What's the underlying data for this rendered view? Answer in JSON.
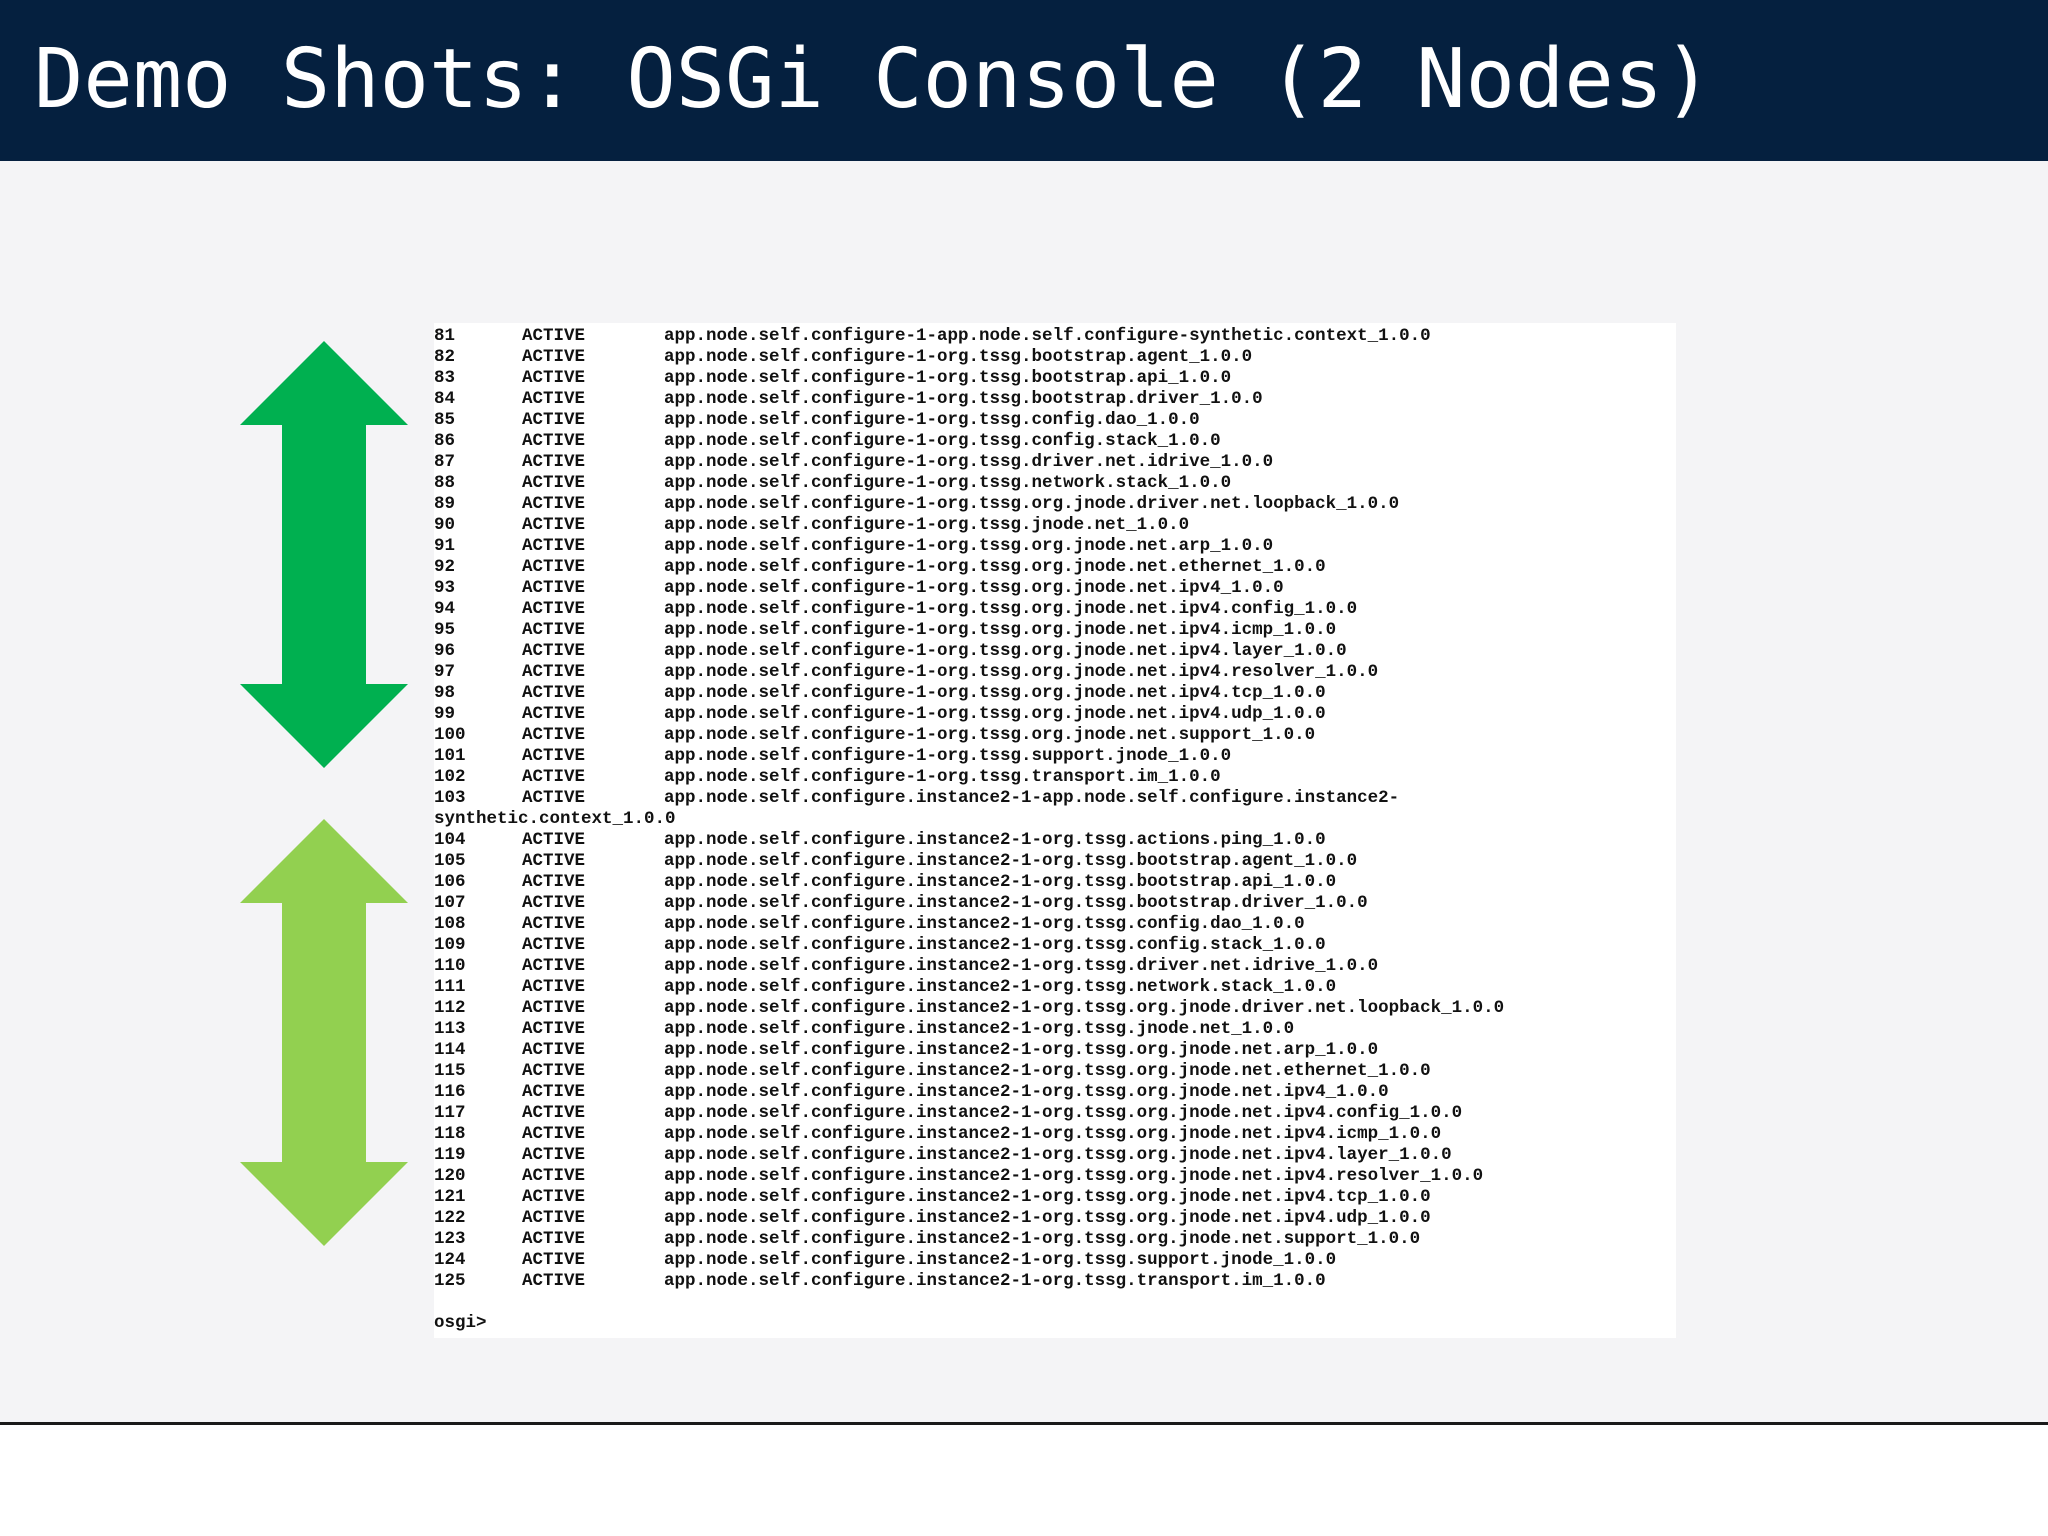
{
  "slide": {
    "title": "Demo Shots: OSGi Console (2 Nodes)"
  },
  "arrows": {
    "top_color": "#00b050",
    "bottom_color": "#92d050"
  },
  "console": {
    "prompt": "osgi>",
    "rows_node1": [
      {
        "id": "81",
        "state": "ACTIVE",
        "name": "app.node.self.configure-1-app.node.self.configure-synthetic.context_1.0.0"
      },
      {
        "id": "82",
        "state": "ACTIVE",
        "name": "app.node.self.configure-1-org.tssg.bootstrap.agent_1.0.0"
      },
      {
        "id": "83",
        "state": "ACTIVE",
        "name": "app.node.self.configure-1-org.tssg.bootstrap.api_1.0.0"
      },
      {
        "id": "84",
        "state": "ACTIVE",
        "name": "app.node.self.configure-1-org.tssg.bootstrap.driver_1.0.0"
      },
      {
        "id": "85",
        "state": "ACTIVE",
        "name": "app.node.self.configure-1-org.tssg.config.dao_1.0.0"
      },
      {
        "id": "86",
        "state": "ACTIVE",
        "name": "app.node.self.configure-1-org.tssg.config.stack_1.0.0"
      },
      {
        "id": "87",
        "state": "ACTIVE",
        "name": "app.node.self.configure-1-org.tssg.driver.net.idrive_1.0.0"
      },
      {
        "id": "88",
        "state": "ACTIVE",
        "name": "app.node.self.configure-1-org.tssg.network.stack_1.0.0"
      },
      {
        "id": "89",
        "state": "ACTIVE",
        "name": "app.node.self.configure-1-org.tssg.org.jnode.driver.net.loopback_1.0.0"
      },
      {
        "id": "90",
        "state": "ACTIVE",
        "name": "app.node.self.configure-1-org.tssg.jnode.net_1.0.0"
      },
      {
        "id": "91",
        "state": "ACTIVE",
        "name": "app.node.self.configure-1-org.tssg.org.jnode.net.arp_1.0.0"
      },
      {
        "id": "92",
        "state": "ACTIVE",
        "name": "app.node.self.configure-1-org.tssg.org.jnode.net.ethernet_1.0.0"
      },
      {
        "id": "93",
        "state": "ACTIVE",
        "name": "app.node.self.configure-1-org.tssg.org.jnode.net.ipv4_1.0.0"
      },
      {
        "id": "94",
        "state": "ACTIVE",
        "name": "app.node.self.configure-1-org.tssg.org.jnode.net.ipv4.config_1.0.0"
      },
      {
        "id": "95",
        "state": "ACTIVE",
        "name": "app.node.self.configure-1-org.tssg.org.jnode.net.ipv4.icmp_1.0.0"
      },
      {
        "id": "96",
        "state": "ACTIVE",
        "name": "app.node.self.configure-1-org.tssg.org.jnode.net.ipv4.layer_1.0.0"
      },
      {
        "id": "97",
        "state": "ACTIVE",
        "name": "app.node.self.configure-1-org.tssg.org.jnode.net.ipv4.resolver_1.0.0"
      },
      {
        "id": "98",
        "state": "ACTIVE",
        "name": "app.node.self.configure-1-org.tssg.org.jnode.net.ipv4.tcp_1.0.0"
      },
      {
        "id": "99",
        "state": "ACTIVE",
        "name": "app.node.self.configure-1-org.tssg.org.jnode.net.ipv4.udp_1.0.0"
      },
      {
        "id": "100",
        "state": "ACTIVE",
        "name": "app.node.self.configure-1-org.tssg.org.jnode.net.support_1.0.0"
      },
      {
        "id": "101",
        "state": "ACTIVE",
        "name": "app.node.self.configure-1-org.tssg.support.jnode_1.0.0"
      },
      {
        "id": "102",
        "state": "ACTIVE",
        "name": "app.node.self.configure-1-org.tssg.transport.im_1.0.0"
      },
      {
        "id": "103",
        "state": "ACTIVE",
        "name": "app.node.self.configure.instance2-1-app.node.self.configure.instance2-"
      }
    ],
    "wrapped_line": "synthetic.context_1.0.0",
    "rows_node2": [
      {
        "id": "104",
        "state": "ACTIVE",
        "name": "app.node.self.configure.instance2-1-org.tssg.actions.ping_1.0.0"
      },
      {
        "id": "105",
        "state": "ACTIVE",
        "name": "app.node.self.configure.instance2-1-org.tssg.bootstrap.agent_1.0.0"
      },
      {
        "id": "106",
        "state": "ACTIVE",
        "name": "app.node.self.configure.instance2-1-org.tssg.bootstrap.api_1.0.0"
      },
      {
        "id": "107",
        "state": "ACTIVE",
        "name": "app.node.self.configure.instance2-1-org.tssg.bootstrap.driver_1.0.0"
      },
      {
        "id": "108",
        "state": "ACTIVE",
        "name": "app.node.self.configure.instance2-1-org.tssg.config.dao_1.0.0"
      },
      {
        "id": "109",
        "state": "ACTIVE",
        "name": "app.node.self.configure.instance2-1-org.tssg.config.stack_1.0.0"
      },
      {
        "id": "110",
        "state": "ACTIVE",
        "name": "app.node.self.configure.instance2-1-org.tssg.driver.net.idrive_1.0.0"
      },
      {
        "id": "111",
        "state": "ACTIVE",
        "name": "app.node.self.configure.instance2-1-org.tssg.network.stack_1.0.0"
      },
      {
        "id": "112",
        "state": "ACTIVE",
        "name": "app.node.self.configure.instance2-1-org.tssg.org.jnode.driver.net.loopback_1.0.0"
      },
      {
        "id": "113",
        "state": "ACTIVE",
        "name": "app.node.self.configure.instance2-1-org.tssg.jnode.net_1.0.0"
      },
      {
        "id": "114",
        "state": "ACTIVE",
        "name": "app.node.self.configure.instance2-1-org.tssg.org.jnode.net.arp_1.0.0"
      },
      {
        "id": "115",
        "state": "ACTIVE",
        "name": "app.node.self.configure.instance2-1-org.tssg.org.jnode.net.ethernet_1.0.0"
      },
      {
        "id": "116",
        "state": "ACTIVE",
        "name": "app.node.self.configure.instance2-1-org.tssg.org.jnode.net.ipv4_1.0.0"
      },
      {
        "id": "117",
        "state": "ACTIVE",
        "name": "app.node.self.configure.instance2-1-org.tssg.org.jnode.net.ipv4.config_1.0.0"
      },
      {
        "id": "118",
        "state": "ACTIVE",
        "name": "app.node.self.configure.instance2-1-org.tssg.org.jnode.net.ipv4.icmp_1.0.0"
      },
      {
        "id": "119",
        "state": "ACTIVE",
        "name": "app.node.self.configure.instance2-1-org.tssg.org.jnode.net.ipv4.layer_1.0.0"
      },
      {
        "id": "120",
        "state": "ACTIVE",
        "name": "app.node.self.configure.instance2-1-org.tssg.org.jnode.net.ipv4.resolver_1.0.0"
      },
      {
        "id": "121",
        "state": "ACTIVE",
        "name": "app.node.self.configure.instance2-1-org.tssg.org.jnode.net.ipv4.tcp_1.0.0"
      },
      {
        "id": "122",
        "state": "ACTIVE",
        "name": "app.node.self.configure.instance2-1-org.tssg.org.jnode.net.ipv4.udp_1.0.0"
      },
      {
        "id": "123",
        "state": "ACTIVE",
        "name": "app.node.self.configure.instance2-1-org.tssg.org.jnode.net.support_1.0.0"
      },
      {
        "id": "124",
        "state": "ACTIVE",
        "name": "app.node.self.configure.instance2-1-org.tssg.support.jnode_1.0.0"
      },
      {
        "id": "125",
        "state": "ACTIVE",
        "name": "app.node.self.configure.instance2-1-org.tssg.transport.im_1.0.0"
      }
    ]
  }
}
